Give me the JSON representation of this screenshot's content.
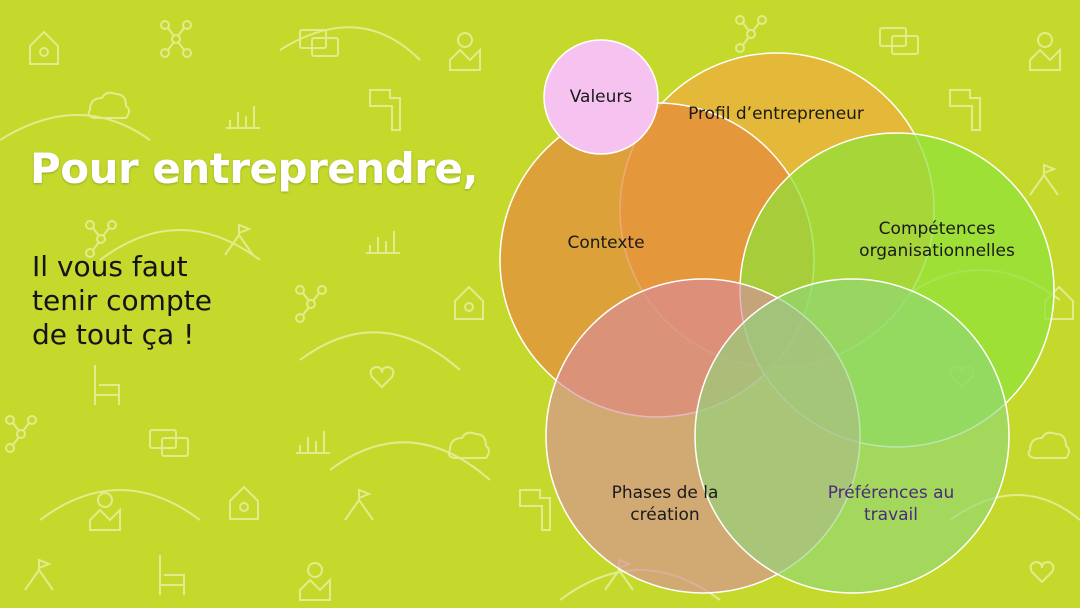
{
  "slide": {
    "title": "Pour entreprendre,",
    "subtitle_lines": [
      "Il vous faut",
      "tenir compte",
      "de tout ça !"
    ]
  },
  "venn": {
    "circles": [
      {
        "label": "Valeurs",
        "color": "#f6c3f0"
      },
      {
        "label": "Profil d’entrepreneur",
        "color": "#e9b13b"
      },
      {
        "label": "Contexte",
        "color": "#e58a3f"
      },
      {
        "label": "Compétences organisationnelles",
        "lines": [
          "Compétences",
          "organisationnelles"
        ],
        "color": "#8fe23a"
      },
      {
        "label": "Phases de la création",
        "lines": [
          "Phases de la",
          "création"
        ],
        "color": "#d98aa0"
      },
      {
        "label": "Préférences au travail",
        "lines": [
          "Préférences au",
          "travail"
        ],
        "color": "#8fd67a"
      }
    ]
  },
  "colors": {
    "background": "#c5d92c",
    "pattern_stroke": "#e9f2a8",
    "circle_outline": "#ffffff"
  }
}
